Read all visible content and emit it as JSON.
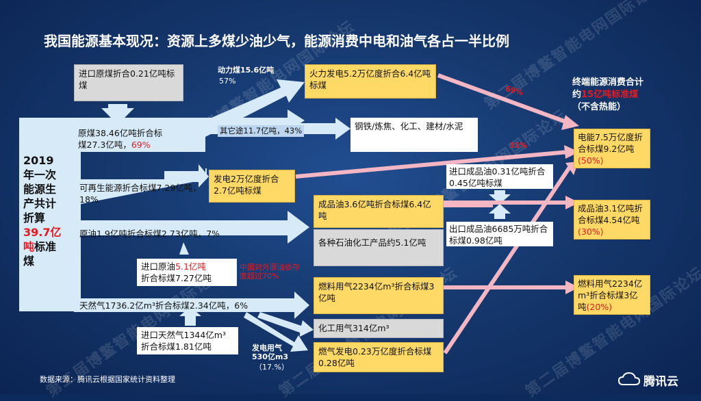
{
  "title": "我国能源基本现况：资源上多煤少油少气，能源消费中电和油气各占一半比例",
  "watermark": "第二届博鳌智能电网国际论坛",
  "source_note": "数据来源：腾讯云根据国家统计资料整理",
  "logo_text": "腾讯云",
  "left_block": {
    "line1": "2019",
    "line2": "年一次",
    "line3": "能源生",
    "line4": "产共计",
    "line5": "折算",
    "total": "39.7亿",
    "total_unit_red": "吨",
    "total_unit": "标准",
    "line_last": "煤"
  },
  "imports": {
    "coal": "进口原煤折合0.21亿吨标煤",
    "oil_prefix": "进口原油",
    "oil_value": "5.1亿吨",
    "oil_suffix": "折合标煤7.27亿吨",
    "gas": "进口天然气1344亿m³折合标煤1.81亿吨"
  },
  "sources": {
    "coal_text": "原煤38.46亿吨折合标煤27.3亿吨，",
    "coal_pct": "69%",
    "renewable": "可再生能源折合标煤7.29亿吨，18%",
    "oil": "原油1.9亿吨折合标煤2.73亿吨，7%",
    "gas": "天然气1736.2亿m³折合标煤2.34亿吨，6%"
  },
  "flow_labels": {
    "power_coal": "动力煤15.6亿吨",
    "power_coal_pct": "57%",
    "other_coal": "其它途11.7亿吨，43%",
    "gas_power": "发电用气530亿m3",
    "gas_power_pct": "（17.%）",
    "oil_dependency": "中国对外原油依存度超过70%"
  },
  "middle": {
    "thermal": "火力发电5.2万亿度折合6.4亿吨标煤",
    "industry": "钢铁/炼焦、化工、建材/水泥",
    "renewable_power": "发电2万亿度折合2.7亿吨标煤",
    "refined_oil": "成品油3.6亿吨折合标煤6.4亿吨",
    "petrochem": "各种石油化工产品约5.1亿吨",
    "gas_fuel": "燃料用气2234亿m³折合标煤3亿吨",
    "gas_chem": "化工用气314亿m³",
    "gas_power": "燃气发电0.23万亿度折合标煤0.28亿吨",
    "import_refined": "进口成品油0.31亿吨折合0.45亿吨标煤",
    "export_refined": "出口成品油6685万吨折合标煤0.98亿吨"
  },
  "right": {
    "header_line1": "终端能源消费合计",
    "header_prefix": "约",
    "header_value": "15亿吨标准煤",
    "header_line3": "（不含热能）",
    "electric_text": "电能7.5万亿度折合标煤9.2亿吨",
    "electric_pct": "(50%)",
    "oil_text": "成品油3.1亿吨折合标煤4.54亿吨",
    "oil_pct": "(30%)",
    "gas_text": "燃料用气2234亿m³折合标煤3亿吨",
    "gas_pct": "(20%)"
  },
  "pct_labels": {
    "thermal_share": "69%",
    "renewable_share": "31%"
  },
  "colors": {
    "background": "#16396f",
    "arrow_blue": "#d6eaf8",
    "arrow_pink": "#f4b6c2",
    "box_yellow": "#ffd966",
    "box_grey": "#d9d9d9",
    "accent_red": "#e8191f"
  }
}
